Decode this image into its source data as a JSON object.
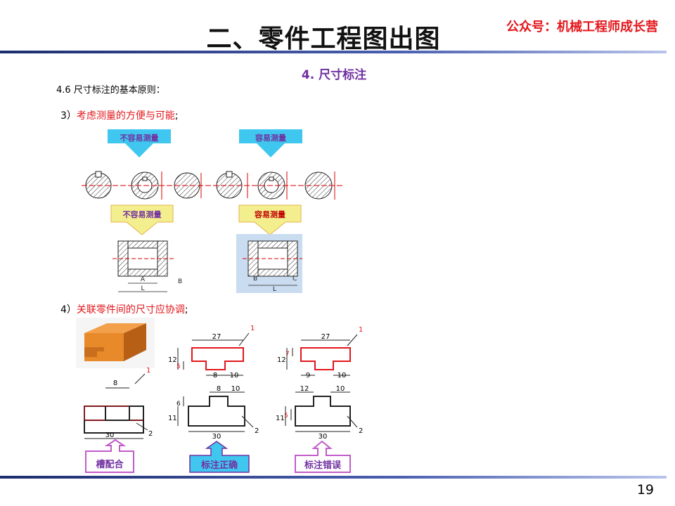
{
  "header": {
    "title": "二、零件工程图出图",
    "brand": "公众号：机械工程师成长营"
  },
  "section": {
    "heading": "4. 尺寸标注",
    "principle_title": "4.6 尺寸标注的基本原则："
  },
  "items": [
    {
      "number": "3）",
      "text": "考虑测量的方便与可能",
      "suffix": ";"
    },
    {
      "number": "4）",
      "text": "关联零件间的尺寸应协调",
      "suffix": ";"
    }
  ],
  "figure_measure": {
    "hard_label": "不容易测量",
    "easy_label": "容易测量",
    "dim_A": "A",
    "dim_L": "L",
    "dim_B": "B",
    "dim_C": "C"
  },
  "figure_mating": {
    "left": {
      "slot_width": "8",
      "length": "30",
      "callout_1": "1",
      "callout_2": "2",
      "caption": "槽配合"
    },
    "middle": {
      "top_length": "27",
      "top_height": "12",
      "top_step": "5",
      "top_slot": "8",
      "top_right": "10",
      "bottom_left": "8",
      "bottom_right": "10",
      "bottom_height": "11",
      "bottom_step": "6",
      "bottom_length": "30",
      "callout_1": "1",
      "callout_2": "2",
      "caption": "标注正确"
    },
    "right": {
      "top_length": "27",
      "top_height": "12",
      "top_step": "7",
      "top_left": "9",
      "top_right": "10",
      "bottom_left": "12",
      "bottom_right": "10",
      "bottom_height": "11",
      "bottom_step": "5",
      "bottom_length": "30",
      "callout_1": "1",
      "callout_2": "2",
      "caption": "标注错误"
    }
  },
  "footer": {
    "page_number": "19"
  },
  "colors": {
    "accent_red": "#e3161b",
    "heading_purple": "#7030a0",
    "rule_blue": "#1c2d6e",
    "arrow_cyan": "#3fc7f0",
    "arrow_yellow": "#f4ef8e",
    "part_orange": "#e8892a"
  }
}
